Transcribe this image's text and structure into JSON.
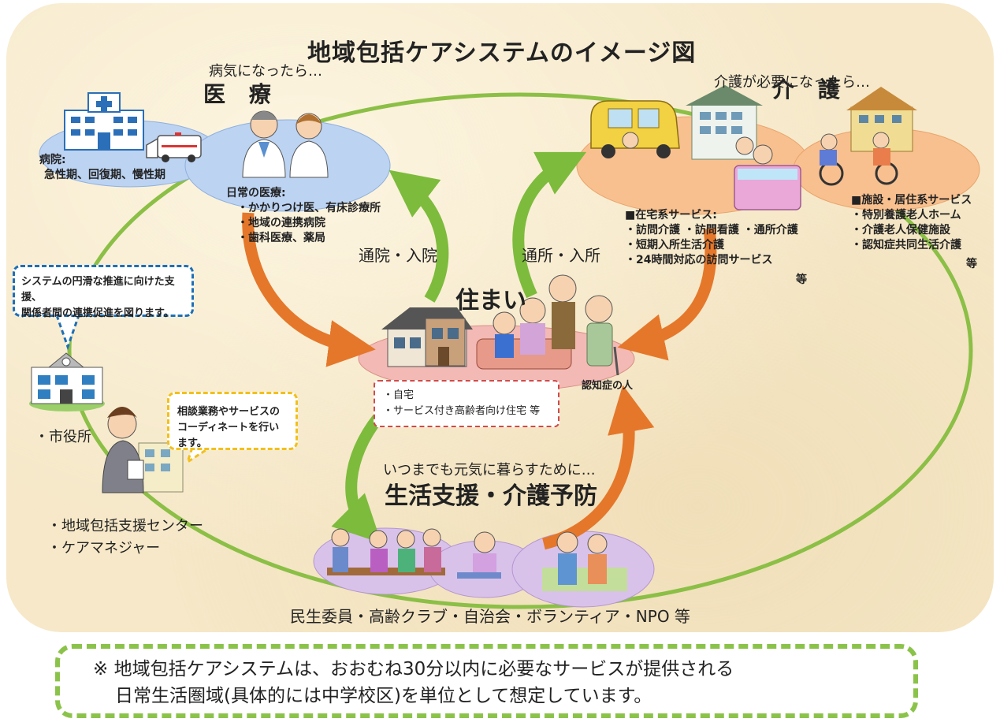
{
  "title": "地域包括ケアシステムのイメージ図",
  "medical": {
    "subtitle": "病気になったら…",
    "heading": "医 療",
    "hospital_label": [
      "病院:",
      "急性期、回復期、慢性期"
    ],
    "daily_label": [
      "日常の医療:",
      "・かかりつけ医、有床診療所",
      "・地域の連携病院",
      "・歯科医療、薬局"
    ]
  },
  "care": {
    "subtitle": "介護が必要になったら…",
    "heading": "介 護",
    "home_services": [
      "■在宅系サービス:",
      "・訪問介護 ・訪問看護 ・通所介護",
      "・短期入所生活介護",
      "・24時間対応の訪問サービス"
    ],
    "home_services_etc": "等",
    "facility_services": [
      "■施設・居住系サービス",
      "・特別養護老人ホーム",
      "・介護老人保健施設",
      "・認知症共同生活介護"
    ],
    "facility_services_etc": "等"
  },
  "connectors": {
    "hospital_visit": "通院・入院",
    "facility_visit": "通所・入所"
  },
  "home": {
    "title": "住まい",
    "dementia_label": "認知症の人",
    "housing_types": [
      "・自宅",
      "・サービス付き高齢者向け住宅 等"
    ]
  },
  "support": {
    "subtitle": "いつまでも元気に暮らすために…",
    "heading": "生活支援・介護予防",
    "bottom_label": "民生委員・高齢クラブ・自治会・ボランティア・NPO 等"
  },
  "cityhall": {
    "bubble": [
      "システムの円滑な推進に向けた支援、",
      "関係者間の連携促進を図ります。"
    ],
    "label": "・市役所"
  },
  "center": {
    "bubble": [
      "相談業務やサービスの",
      "コーディネートを行います。"
    ],
    "labels": [
      "・地域包括支援センター",
      "・ケアマネジャー"
    ]
  },
  "footnote": [
    "※ 地域包括ケアシステムは、おおむね30分以内に必要なサービスが提供される",
    "日常生活圏域(具体的には中学校区)を単位として想定しています。"
  ],
  "colors": {
    "panel": "#f6e8c8",
    "ring": "#8bbf46",
    "medical_ellipse": "#bcd3f2",
    "care_ellipse": "#f8c08f",
    "home_ellipse": "#f3b9b4",
    "support_ellipse": "#d9c2ea",
    "arrow_green": "#7dbb3c",
    "arrow_orange": "#e5772a",
    "footnote_border": "#8bc34a"
  }
}
